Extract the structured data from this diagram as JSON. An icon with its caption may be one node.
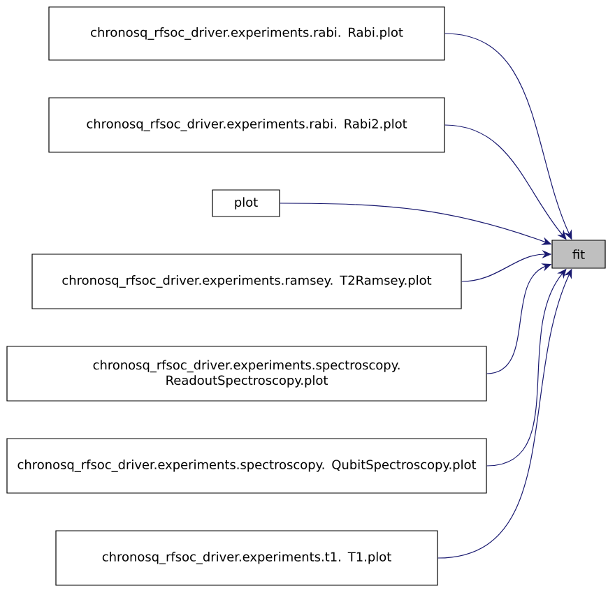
{
  "diagram": {
    "nodes": [
      {
        "text": [
          "chronosq_rfsoc_driver.experiments.rabi. Rabi.plot"
        ]
      },
      {
        "text": [
          "chronosq_rfsoc_driver.experiments.rabi. Rabi2.plot"
        ]
      },
      {
        "text": [
          "plot"
        ]
      },
      {
        "text": [
          "chronosq_rfsoc_driver.experiments.ramsey. T2Ramsey.plot"
        ]
      },
      {
        "text": [
          "chronosq_rfsoc_driver.experiments.spectroscopy. ReadoutSpectroscopy.plot"
        ]
      },
      {
        "text": [
          "chronosq_rfsoc_driver.experiments.spectroscopy. QubitSpectroscopy.plot"
        ]
      },
      {
        "text": [
          "chronosq_rfsoc_driver.experiments.t1. T1.plot"
        ]
      },
      {
        "text": [
          "fit"
        ]
      }
    ],
    "edges": [
      {
        "from": 0,
        "to": 7,
        "arrow": "to"
      },
      {
        "from": 1,
        "to": 7,
        "arrow": "to"
      },
      {
        "from": 2,
        "to": 7,
        "arrow": "to"
      },
      {
        "from": 3,
        "to": 7,
        "arrow": "to"
      },
      {
        "from": 4,
        "to": 7,
        "arrow": "to"
      },
      {
        "from": 5,
        "to": 7,
        "arrow": "to"
      },
      {
        "from": 6,
        "to": 7,
        "arrow": "to"
      }
    ]
  }
}
